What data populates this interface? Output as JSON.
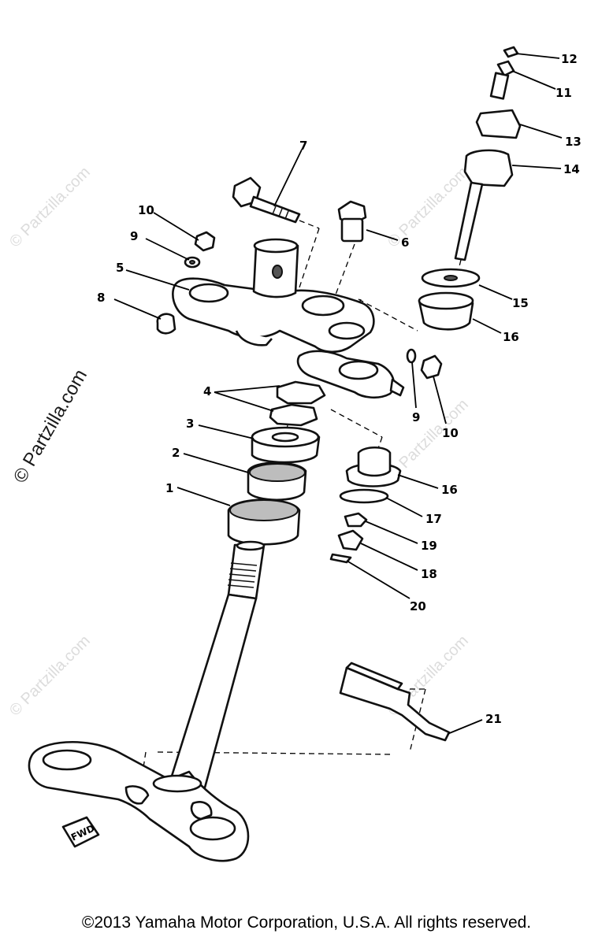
{
  "copyright": "©2013 Yamaha Motor Corporation, U.S.A. All rights reserved.",
  "watermark": "© Partzilla.com",
  "fwd_mark": "FWD",
  "callouts": [
    "1",
    "2",
    "3",
    "4",
    "5",
    "6",
    "7",
    "8",
    "9",
    "9",
    "10",
    "10",
    "11",
    "12",
    "13",
    "14",
    "15",
    "16",
    "16",
    "17",
    "18",
    "19",
    "20",
    "21"
  ]
}
